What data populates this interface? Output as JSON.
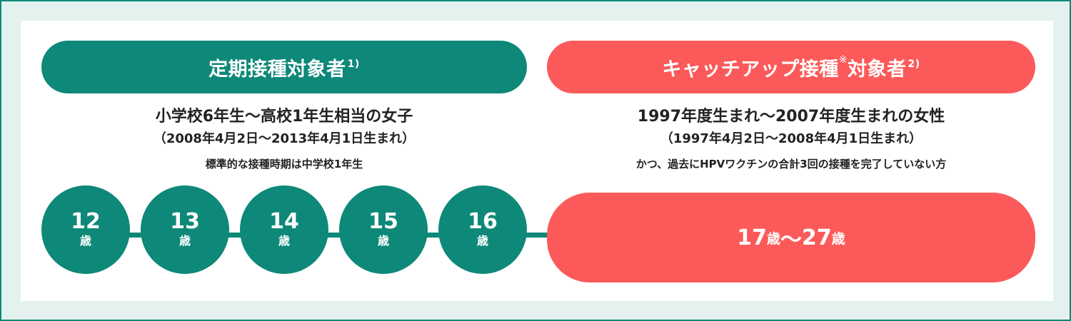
{
  "routine": {
    "title": "定期接種対象者",
    "title_note": "1)",
    "line1": "小学校6年生～高校1年生相当の女子",
    "line2": "（2008年4月2日～2013年4月1日生まれ）",
    "line3": "標準的な接種時期は中学校1年生",
    "ages": [
      {
        "num": "12",
        "unit": "歳"
      },
      {
        "num": "13",
        "unit": "歳"
      },
      {
        "num": "14",
        "unit": "歳"
      },
      {
        "num": "15",
        "unit": "歳"
      },
      {
        "num": "16",
        "unit": "歳"
      }
    ]
  },
  "catchup": {
    "title": "キャッチアップ接種",
    "title_mark": "※",
    "title_suffix": "対象者",
    "title_note": "2)",
    "line1": "1997年度生まれ～2007年度生まれの女性",
    "line2": "（1997年4月2日～2008年4月1日生まれ）",
    "line3": "かつ、過去にHPVワクチンの合計3回の接種を完了していない方",
    "age_from": "17",
    "age_unit_from": "歳",
    "age_sep": "～",
    "age_to": "27",
    "age_unit_to": "歳"
  },
  "colors": {
    "teal": "#0e8878",
    "coral": "#fc5a5a",
    "frame_bg": "#e3f2ef"
  }
}
